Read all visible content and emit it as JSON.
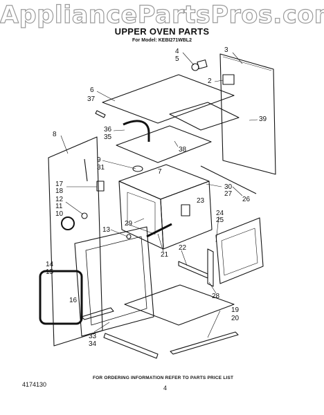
{
  "watermark": "AppliancePartsPros.com",
  "title": "UPPER OVEN PARTS",
  "model_line": "For Model: KEBI271WBL2",
  "callouts": [
    "4",
    "5",
    "3",
    "2",
    "6",
    "37",
    "39",
    "8",
    "36",
    "35",
    "38",
    "9",
    "31",
    "7",
    "30",
    "27",
    "17",
    "18",
    "12",
    "11",
    "10",
    "26",
    "23",
    "24",
    "25",
    "29",
    "13",
    "21",
    "22",
    "14",
    "15",
    "16",
    "28",
    "19",
    "20",
    "33",
    "34"
  ],
  "footer": {
    "part_number": "4174130",
    "note": "FOR ORDERING INFORMATION REFER TO PARTS PRICE LIST",
    "page": "4"
  }
}
